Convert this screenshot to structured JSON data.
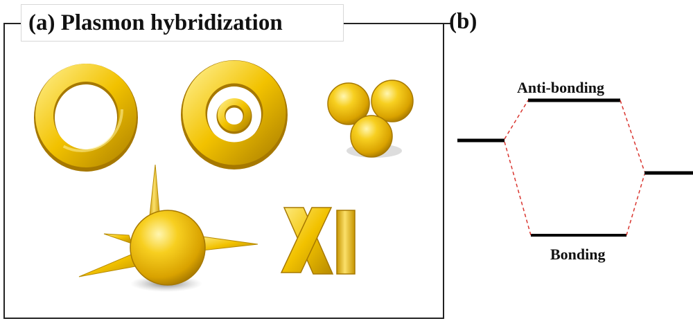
{
  "panel_a": {
    "title": "(a) Plasmon hybridization",
    "shapes": [
      "ring",
      "ring-disk",
      "nanoparticle-trimer",
      "nanostar",
      "x-shape",
      "i-shape"
    ]
  },
  "panel_b": {
    "title": "(b)",
    "upper_level_label": "Anti-bonding",
    "lower_level_label": "Bonding"
  },
  "colors": {
    "gold": "#f2c200",
    "gold_dark": "#b78a00",
    "energy_line": "#000000",
    "dashed_connector": "#d9352f"
  }
}
